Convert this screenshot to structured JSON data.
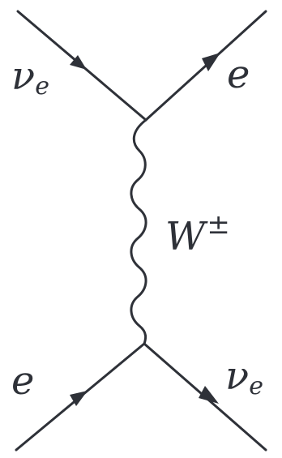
{
  "diagram": {
    "particles": {
      "top_left": {
        "symbol": "ν",
        "subscript": "e"
      },
      "top_right": {
        "symbol": "e"
      },
      "bottom_left": {
        "symbol": "e"
      },
      "bottom_right": {
        "symbol": "ν",
        "subscript": "e"
      },
      "boson": {
        "symbol": "W",
        "superscript": "±"
      }
    },
    "colors": {
      "ink": "#2e3138",
      "background": "#ffffff"
    }
  }
}
